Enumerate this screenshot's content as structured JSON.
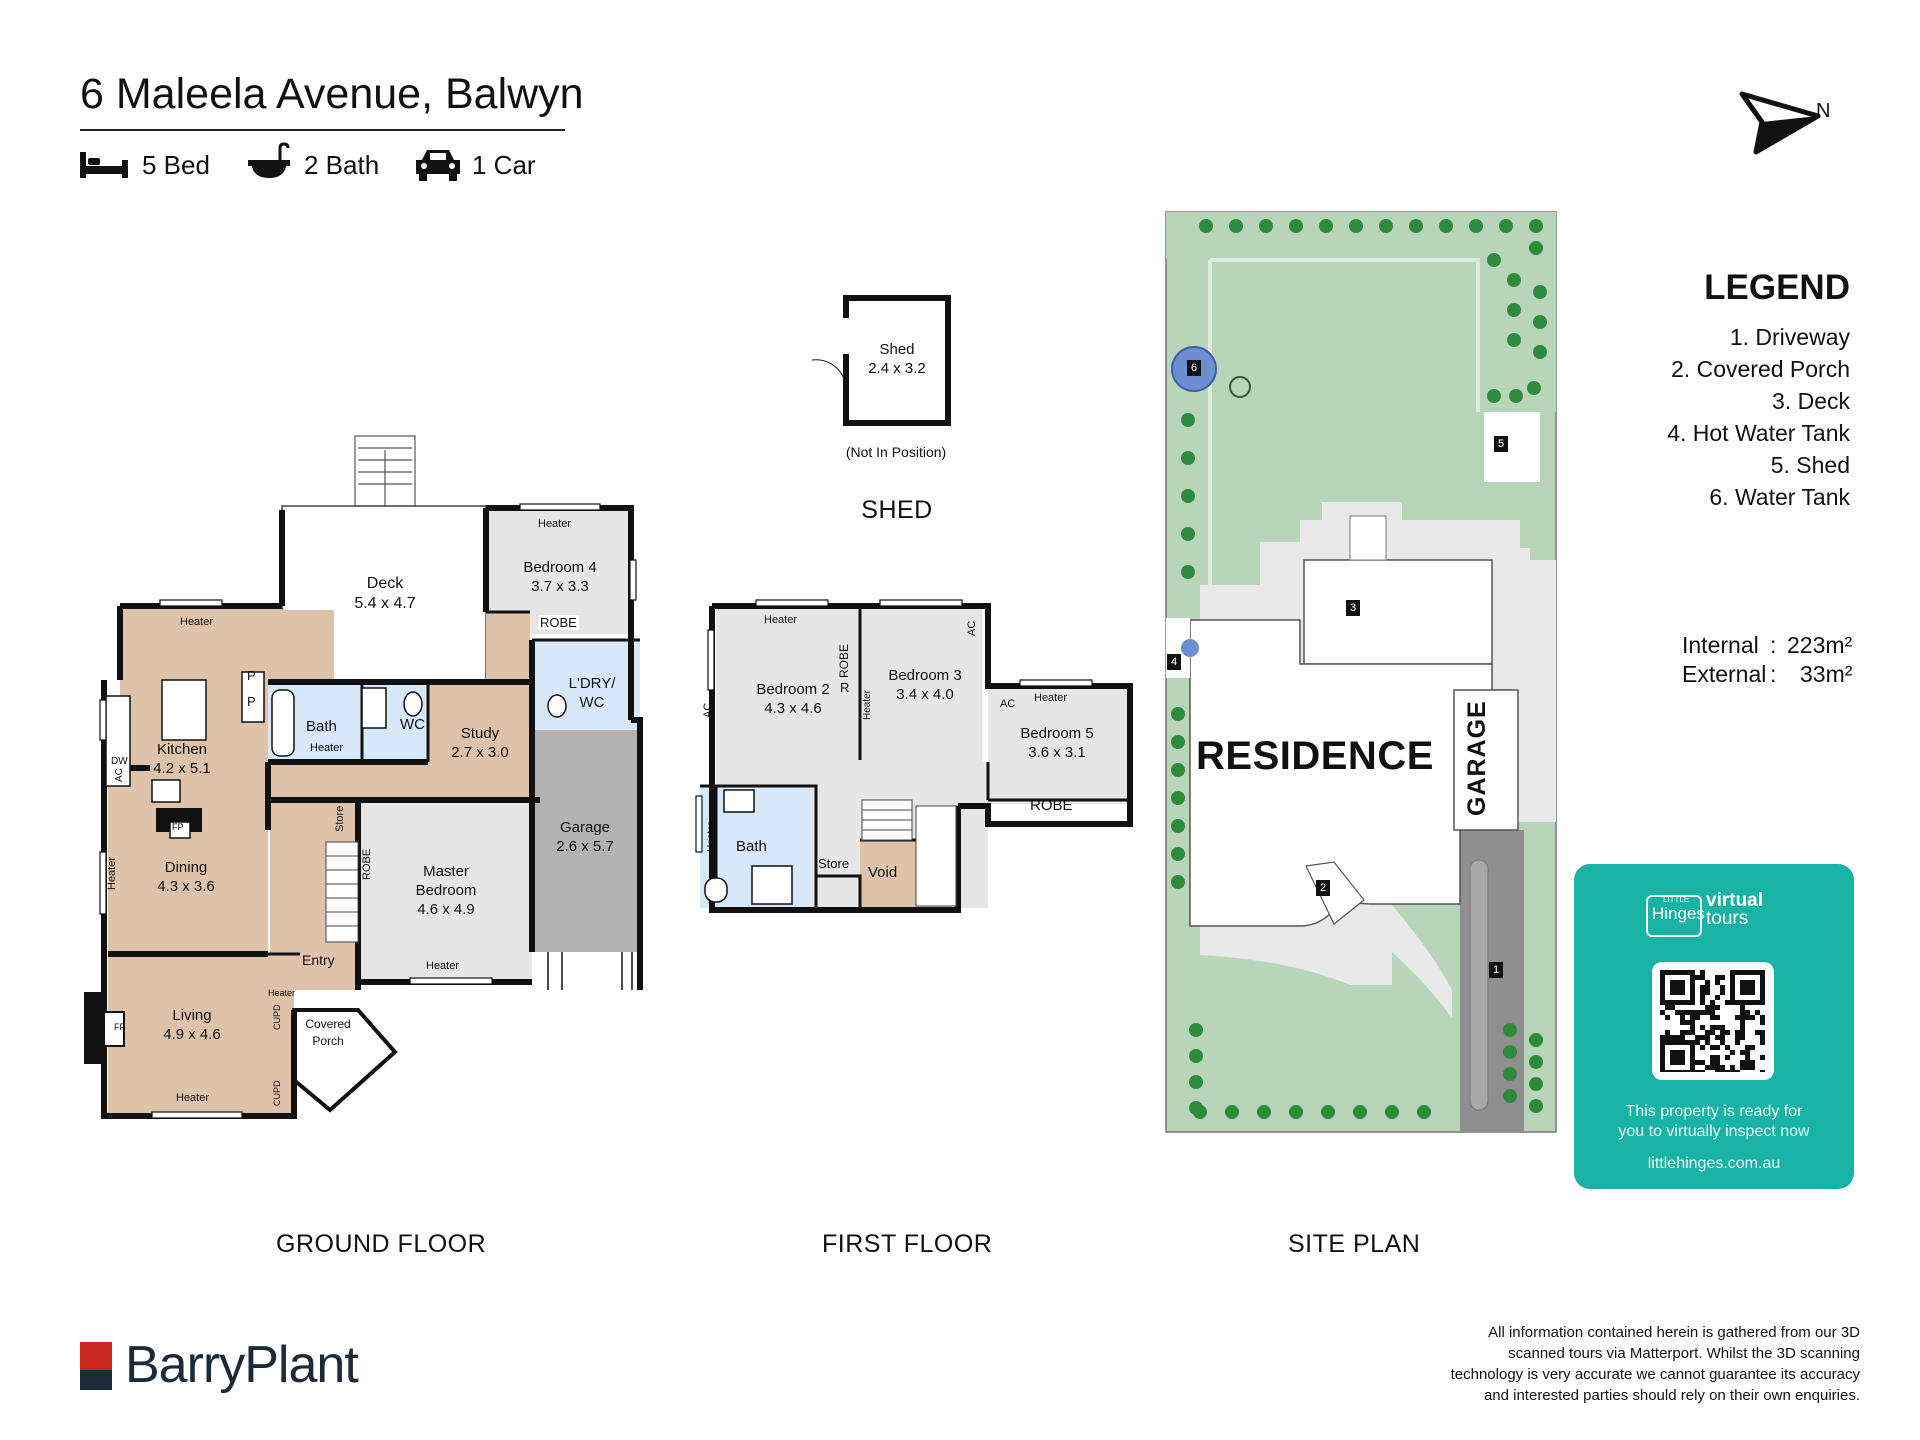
{
  "header": {
    "address": "6 Maleela Avenue, Balwyn",
    "beds": "5 Bed",
    "baths": "2 Bath",
    "cars": "1 Car",
    "north": "N"
  },
  "legend": {
    "title": "LEGEND",
    "items": [
      "1. Driveway",
      "2. Covered Porch",
      "3. Deck",
      "4. Hot Water Tank",
      "5. Shed",
      "6. Water Tank"
    ]
  },
  "areas": {
    "internal_label": "Internal",
    "internal_value": "223m²",
    "external_label": "External",
    "external_value": "33m²",
    "colon": ":"
  },
  "floor_labels": {
    "ground": "GROUND FLOOR",
    "first": "FIRST FLOOR",
    "site": "SITE PLAN",
    "shed_section": "SHED"
  },
  "rooms": {
    "deck": [
      "Deck",
      "5.4 x 4.7"
    ],
    "bedroom4": [
      "Bedroom 4",
      "3.7 x 3.3"
    ],
    "kitchen": [
      "Kitchen",
      "4.2 x 5.1"
    ],
    "bath_ground": [
      "Bath"
    ],
    "wc": [
      "WC"
    ],
    "study": [
      "Study",
      "2.7 x 3.0"
    ],
    "laundry": [
      "L'DRY/",
      "WC"
    ],
    "garage": [
      "Garage",
      "2.6 x 5.7"
    ],
    "dining": [
      "Dining",
      "4.3 x 3.6"
    ],
    "master": [
      "Master",
      "Bedroom",
      "4.6 x 4.9"
    ],
    "entry": [
      "Entry"
    ],
    "living": [
      "Living",
      "4.9 x 4.6"
    ],
    "porch": [
      "Covered",
      "Porch"
    ],
    "shed": [
      "Shed",
      "2.4 x 3.2"
    ],
    "shed_note": "(Not In Position)",
    "bedroom2": [
      "Bedroom 2",
      "4.3 x 4.6"
    ],
    "bedroom3": [
      "Bedroom 3",
      "3.4 x 4.0"
    ],
    "bedroom5": [
      "Bedroom 5",
      "3.6 x 3.1"
    ],
    "bath_first": [
      "Bath"
    ],
    "store": "Store",
    "void": "Void"
  },
  "fixtures": {
    "heater": "Heater",
    "robe": "ROBE",
    "ac": "AC",
    "dw": "DW",
    "fp": "FP",
    "p": "P",
    "r": "R",
    "store": "Store",
    "cupd": "CUPD"
  },
  "site": {
    "residence": "RESIDENCE",
    "garage": "GARAGE",
    "markers": [
      "1",
      "2",
      "3",
      "4",
      "5",
      "6"
    ]
  },
  "virtual_tour": {
    "small": "LITTLE",
    "brand": "Hinges",
    "virtual": "virtual",
    "tours": "tours",
    "text1": "This property is ready for",
    "text2": "you to virtually inspect now",
    "url": "littlehinges.com.au"
  },
  "brand": {
    "name": "BarryPlant"
  },
  "disclaimer": [
    "All information contained herein is gathered from our 3D",
    "scanned tours via Matterport. Whilst the 3D scanning",
    "technology is very accurate we cannot guarantee its accuracy",
    "and interested parties should rely on their own enquiries."
  ],
  "colors": {
    "wall": "#111111",
    "carpet": "#e6e6e6",
    "timber": "#dfc2aa",
    "wet": "#d7e9f8",
    "garage": "#b3b3b3",
    "lawn": "#b9d5b9",
    "tree": "#2e8b3e",
    "paving": "#e9e9e9",
    "driveway": "#8f8f8f",
    "water_tank": "#6c8fd1",
    "teal": "#18b3a4"
  }
}
